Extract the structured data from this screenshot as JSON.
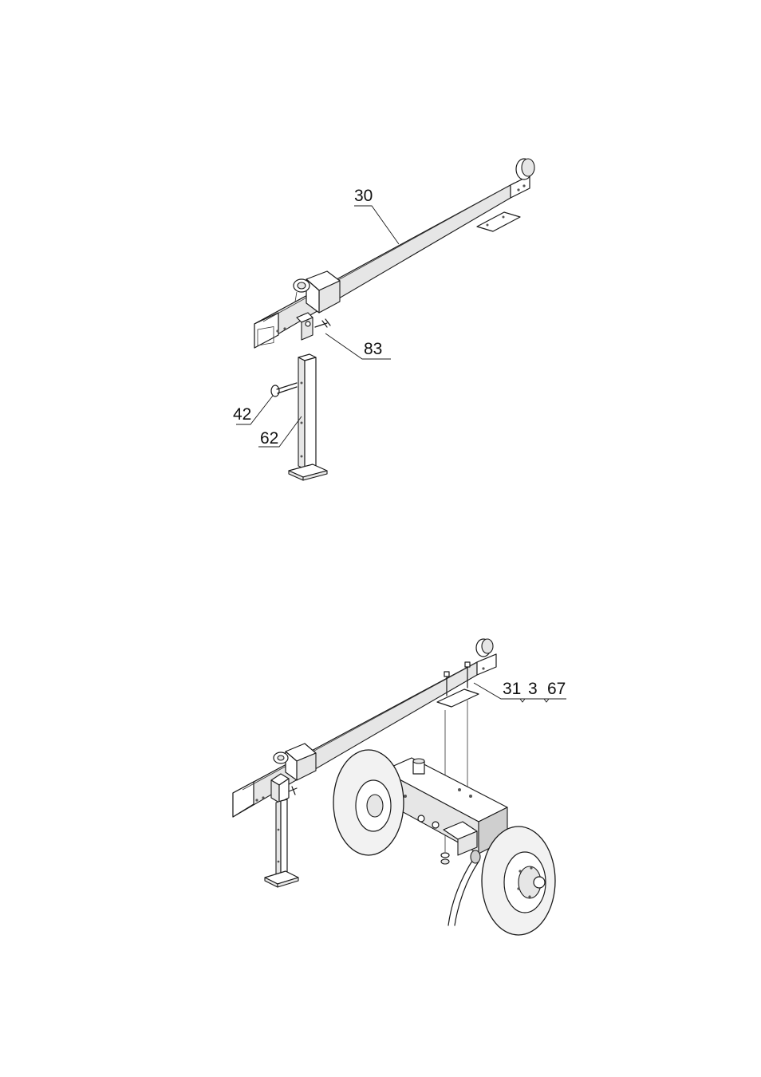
{
  "figure1": {
    "labels": {
      "p30": "30",
      "p83": "83",
      "p42": "42",
      "p62": "62"
    }
  },
  "figure2": {
    "labels": {
      "p31": "31",
      "p3": "3",
      "p67": "67"
    }
  }
}
